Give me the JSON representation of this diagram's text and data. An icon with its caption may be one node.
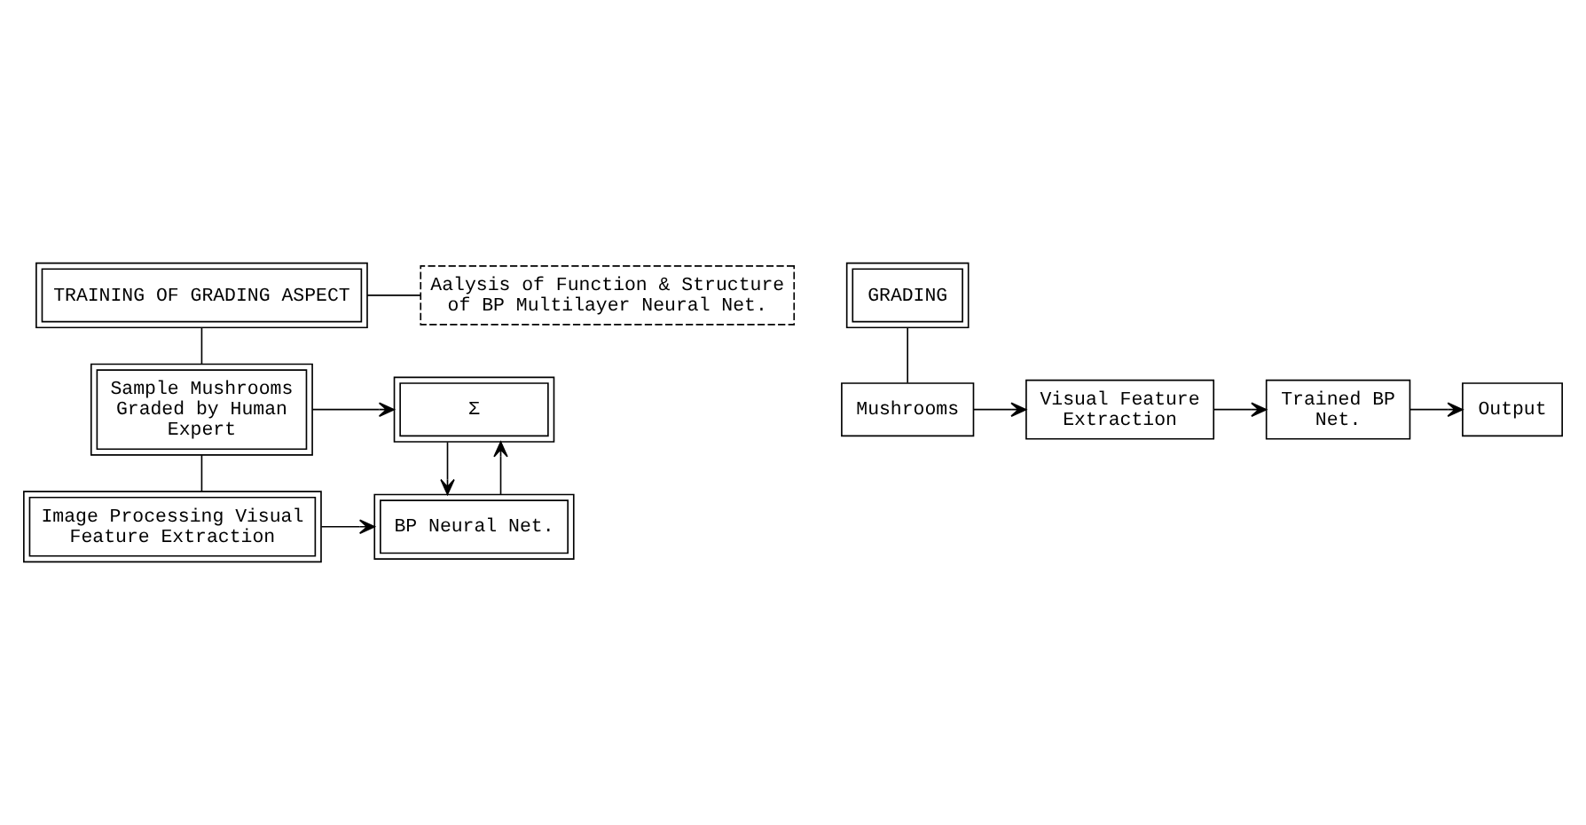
{
  "diagram": {
    "nodes": [
      {
        "text": [
          "TRAINING OF GRADING ASPECT"
        ]
      },
      {
        "text": [
          "Aalysis of Function & Structure of BP Multilayer Neural Net."
        ]
      },
      {
        "text": [
          "Sample Mushrooms Graded by Human Expert"
        ]
      },
      {
        "text": [
          "Σ"
        ]
      },
      {
        "text": [
          "Image Processing Visual Feature Extraction"
        ]
      },
      {
        "text": [
          "BP Neural Net."
        ]
      },
      {
        "text": [
          "GRADING"
        ]
      },
      {
        "text": [
          "Mushrooms"
        ]
      },
      {
        "text": [
          "Visual Feature Extraction"
        ]
      },
      {
        "text": [
          "Trained BP Net."
        ]
      },
      {
        "text": [
          "Output"
        ]
      }
    ],
    "edges": [
      {
        "from": 0,
        "to": 1,
        "arrow": "none"
      },
      {
        "from": 0,
        "to": 2,
        "arrow": "none"
      },
      {
        "from": 2,
        "to": 4,
        "arrow": "none"
      },
      {
        "from": 2,
        "to": 3,
        "arrow": "to"
      },
      {
        "from": 4,
        "to": 5,
        "arrow": "to"
      },
      {
        "from": 5,
        "to": 3,
        "arrow": "to"
      },
      {
        "from": 3,
        "to": 5,
        "arrow": "to"
      },
      {
        "from": 6,
        "to": 7,
        "arrow": "none"
      },
      {
        "from": 7,
        "to": 8,
        "arrow": "to"
      },
      {
        "from": 8,
        "to": 9,
        "arrow": "to"
      },
      {
        "from": 9,
        "to": 10,
        "arrow": "to"
      }
    ]
  }
}
